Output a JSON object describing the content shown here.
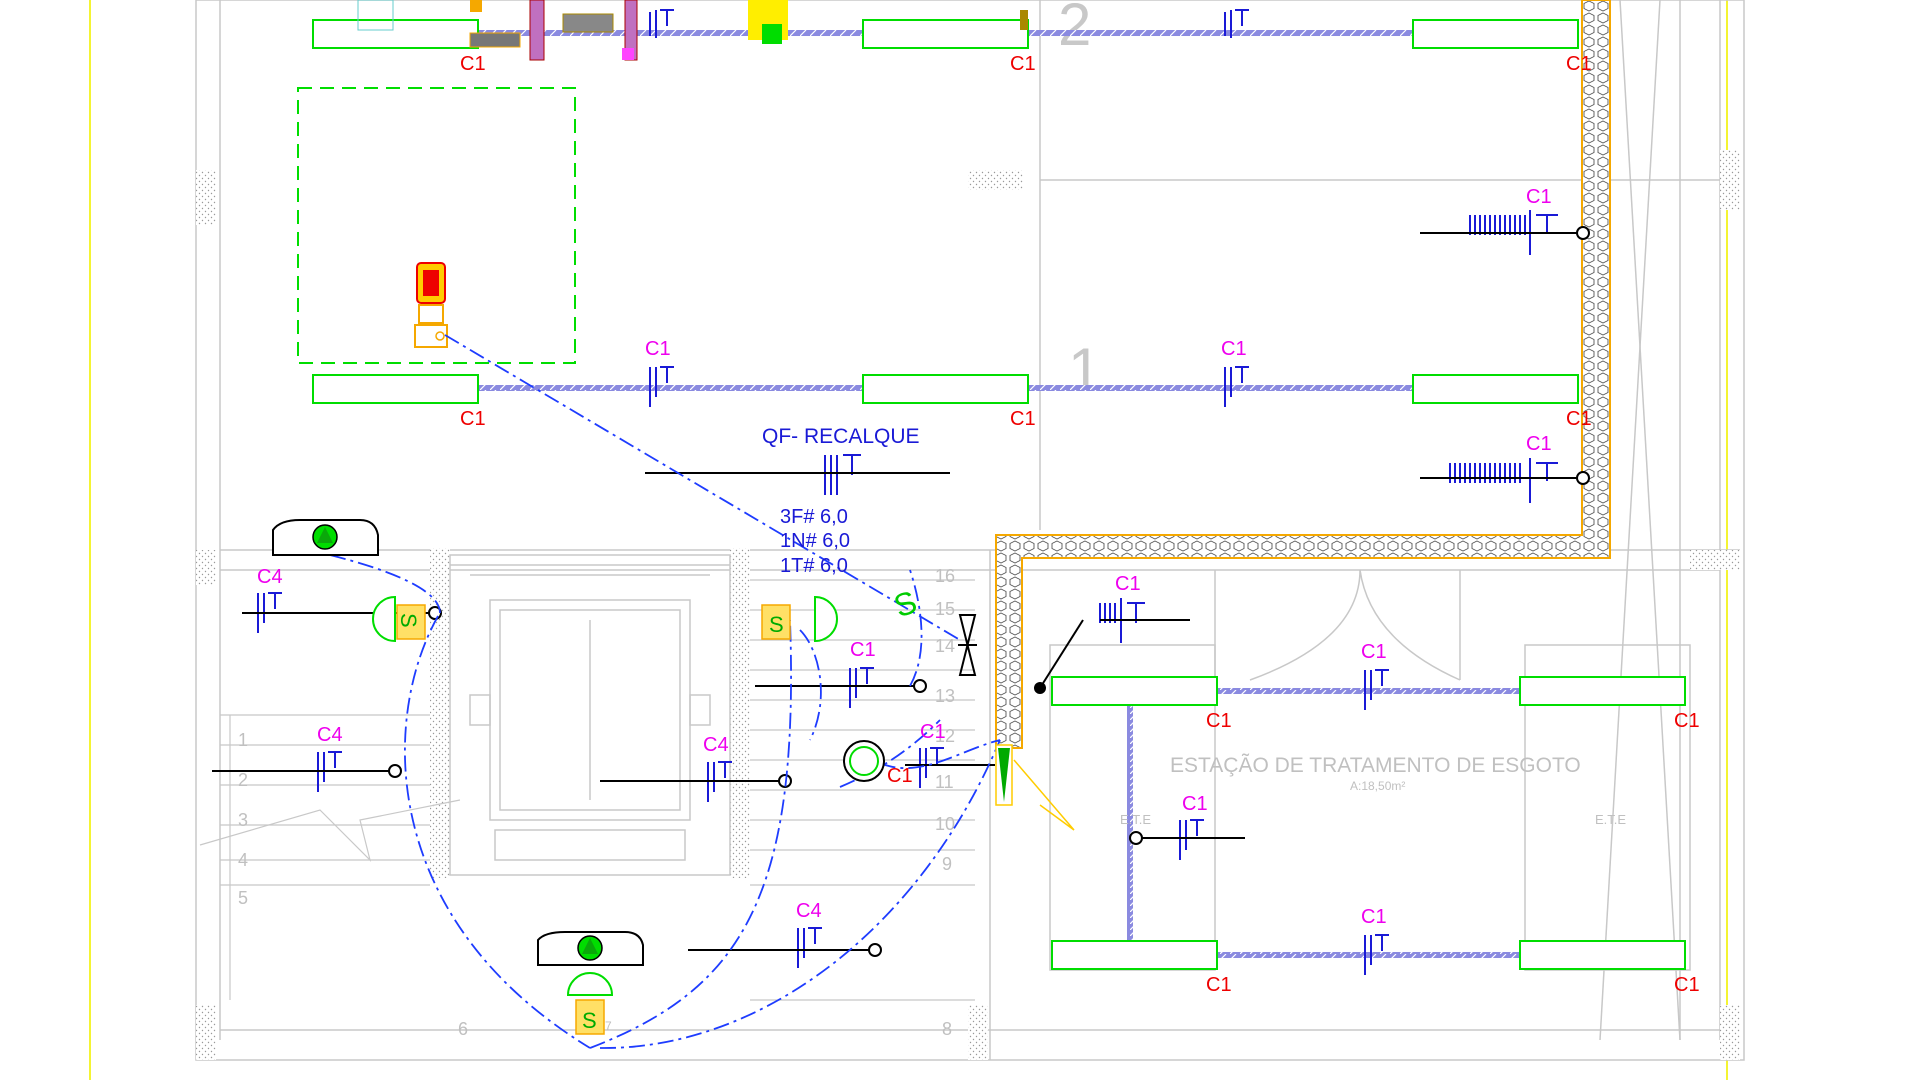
{
  "colors": {
    "background": "#ffffff",
    "border_yellow": "#f4f433",
    "wall_gray": "#c8c8c8",
    "fixture_green": "#00dd00",
    "circuit_blue": "#1a1ad6",
    "circuit_magenta": "#ee00ee",
    "circuit_red": "#ee0000",
    "conduit_dashdot": "#1e3cff",
    "gravel_orange": "#f5a800",
    "black": "#000000"
  },
  "labels": {
    "qf_recalque": "QF- RECALQUE",
    "wire_phase": "3F# 6,0",
    "wire_neutral": "1N# 6,0",
    "wire_ground": "1T# 6,0",
    "ete_title": "ESTAÇÃO DE TRATAMENTO DE ESGOTO",
    "ete_area": "A:18,50m²",
    "ete_tag": "E.T.E",
    "zone_1": "1",
    "zone_2": "2",
    "switch_s": "S"
  },
  "circuit_tags": {
    "c1": "C1",
    "c4": "C4"
  },
  "stair_steps": {
    "left": [
      "1",
      "2",
      "3",
      "4",
      "5"
    ],
    "right": [
      "16",
      "15",
      "14",
      "13",
      "12",
      "11",
      "10",
      "9"
    ],
    "bottom_left": "6",
    "bottom_right": "8",
    "bottom_mid": "7"
  },
  "icons": [
    "motor-pump-icon",
    "luminaire-icon",
    "emergency-light-icon",
    "switch-icon",
    "junction-box-icon",
    "door-swing-icon"
  ]
}
